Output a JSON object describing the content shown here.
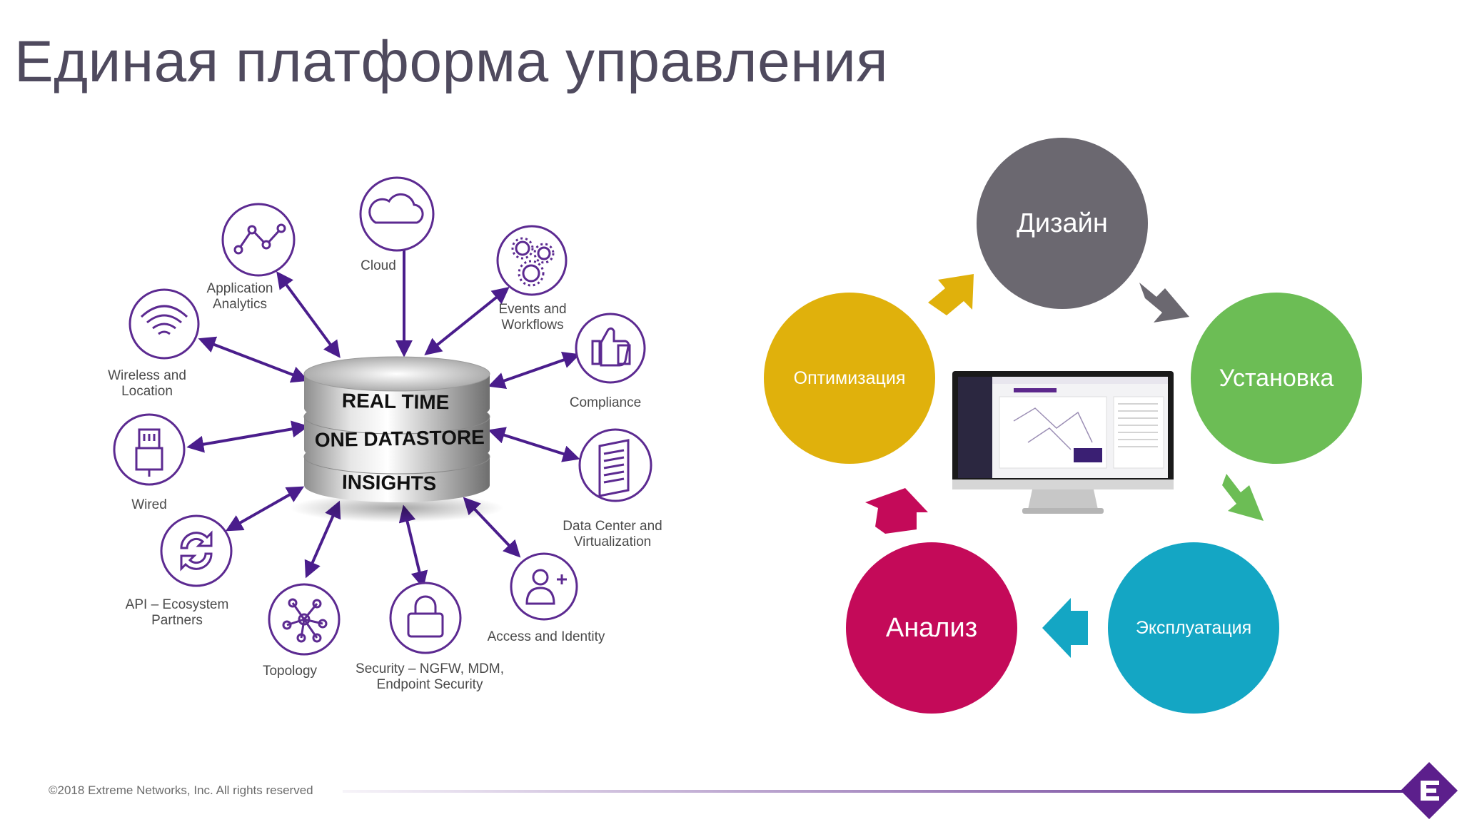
{
  "title": "Единая платформа управления",
  "datastore": {
    "layers": [
      "REAL TIME",
      "ONE DATASTORE",
      "INSIGHTS"
    ]
  },
  "hub_items": {
    "cloud": {
      "label": "Cloud",
      "icon": "cloud-icon"
    },
    "events": {
      "label": "Events and\nWorkflows",
      "icon": "gears-icon"
    },
    "compliance": {
      "label": "Compliance",
      "icon": "thumbs-up-icon"
    },
    "datacenter": {
      "label": "Data Center and\nVirtualization",
      "icon": "server-icon"
    },
    "access": {
      "label": "Access and Identity",
      "icon": "add-user-icon"
    },
    "security": {
      "label": "Security – NGFW, MDM,\nEndpoint Security",
      "icon": "lock-icon"
    },
    "topology": {
      "label": "Topology",
      "icon": "topology-icon"
    },
    "api": {
      "label": "API – Ecosystem\nPartners",
      "icon": "sync-icon"
    },
    "wired": {
      "label": "Wired",
      "icon": "ethernet-icon"
    },
    "wireless": {
      "label": "Wireless and\nLocation",
      "icon": "wifi-icon"
    },
    "analytics": {
      "label": "Application\nAnalytics",
      "icon": "line-chart-icon"
    }
  },
  "cycle": {
    "design": {
      "label": "Дизайн",
      "color": "#6b6870"
    },
    "install": {
      "label": "Установка",
      "color": "#6cbd55"
    },
    "operate": {
      "label": "Эксплуатация",
      "color": "#14a6c4"
    },
    "analyze": {
      "label": "Анализ",
      "color": "#c40a59"
    },
    "optimize": {
      "label": "Оптимизация",
      "color": "#e0b10c"
    }
  },
  "colors": {
    "accent": "#4a1d8c",
    "icon_purple": "#5c2a91",
    "title": "#4f4a5e"
  },
  "footer": {
    "copyright": "©2018 Extreme Networks, Inc.  All rights reserved"
  }
}
